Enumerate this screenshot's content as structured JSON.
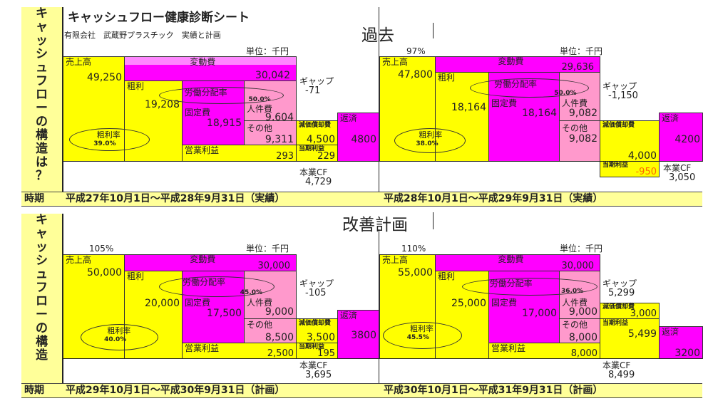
{
  "header": {
    "title": "キャッシュフロー健康診断シート",
    "subtitle": "有限会社　武蔵野プラスチック　実績と計画",
    "section_past": "過去",
    "section_plan": "改善計画",
    "unit": "単位：千円",
    "period_key": "時期"
  },
  "side": {
    "top_chars": [
      "キ",
      "ャ",
      "ッ",
      "シ",
      "ュ",
      "フ",
      "ロ",
      "ー",
      "の",
      "構",
      "造",
      "は",
      "？"
    ],
    "bottom_chars": [
      "キ",
      "ャ",
      "ッ",
      "シ",
      "ュ",
      "フ",
      "ロ",
      "ー",
      "の",
      "構",
      "造"
    ]
  },
  "labels": {
    "sales": "売上高",
    "variable_cost": "変動費",
    "gross_profit": "粗利",
    "fixed_cost": "固定費",
    "personnel": "人件費",
    "other": "その他",
    "operating_profit": "営業利益",
    "depreciation": "減価償却費",
    "net_profit": "当期利益",
    "repayment": "返済",
    "gap": "ギャップ",
    "core_cf": "本業CF",
    "gross_margin_rate": "粗利率",
    "labor_share": "労働分配率"
  },
  "colors": {
    "yellow": "#ffff00",
    "magenta": "#ff00ff",
    "pink": "#ff99cc",
    "light_magenta": "#ff88ff",
    "negative": "#ff6600",
    "side": "#ffff99"
  },
  "panels": [
    {
      "period": "平成27年10月1日～平成28年9月31日（実績）",
      "sales_pct": "",
      "sales": "49,250",
      "variable_cost": "30,042",
      "gross_profit": "19,208",
      "fixed_cost": "18,915",
      "personnel": "9,604",
      "other": "9,311",
      "operating_profit": "293",
      "depreciation": "4,500",
      "net_profit": "229",
      "repayment": "4800",
      "gap": "-71",
      "core_cf": "4,729",
      "gross_margin_rate": "39.0%",
      "labor_share": "50.0%"
    },
    {
      "period": "平成28年10月1日～平成29年9月31日（実績）",
      "sales_pct": "97%",
      "sales": "47,800",
      "variable_cost": "29,636",
      "gross_profit": "18,164",
      "fixed_cost": "18,164",
      "personnel": "9,082",
      "other": "9,082",
      "operating_profit": "",
      "depreciation": "4,000",
      "net_profit": "-950",
      "repayment": "4200",
      "gap": "-1,150",
      "core_cf": "3,050",
      "gross_margin_rate": "38.0%",
      "labor_share": "50.0%"
    },
    {
      "period": "平成29年10月1日～平成30年9月31日（計画）",
      "sales_pct": "105%",
      "sales": "50,000",
      "variable_cost": "30,000",
      "gross_profit": "20,000",
      "fixed_cost": "17,500",
      "personnel": "9,000",
      "other": "8,500",
      "operating_profit": "2,500",
      "depreciation": "3,500",
      "net_profit": "195",
      "repayment": "3800",
      "gap": "-105",
      "core_cf": "3,695",
      "gross_margin_rate": "40.0%",
      "labor_share": "45.0%"
    },
    {
      "period": "平成30年10月1日～平成31年9月31日（計画）",
      "sales_pct": "110%",
      "sales": "55,000",
      "variable_cost": "30,000",
      "gross_profit": "25,000",
      "fixed_cost": "17,000",
      "personnel": "9,000",
      "other": "8,000",
      "operating_profit": "8,000",
      "depreciation": "3,000",
      "net_profit": "5,499",
      "repayment": "3200",
      "gap": "5,299",
      "core_cf": "8,499",
      "gross_margin_rate": "45.5%",
      "labor_share": "36.0%"
    }
  ]
}
